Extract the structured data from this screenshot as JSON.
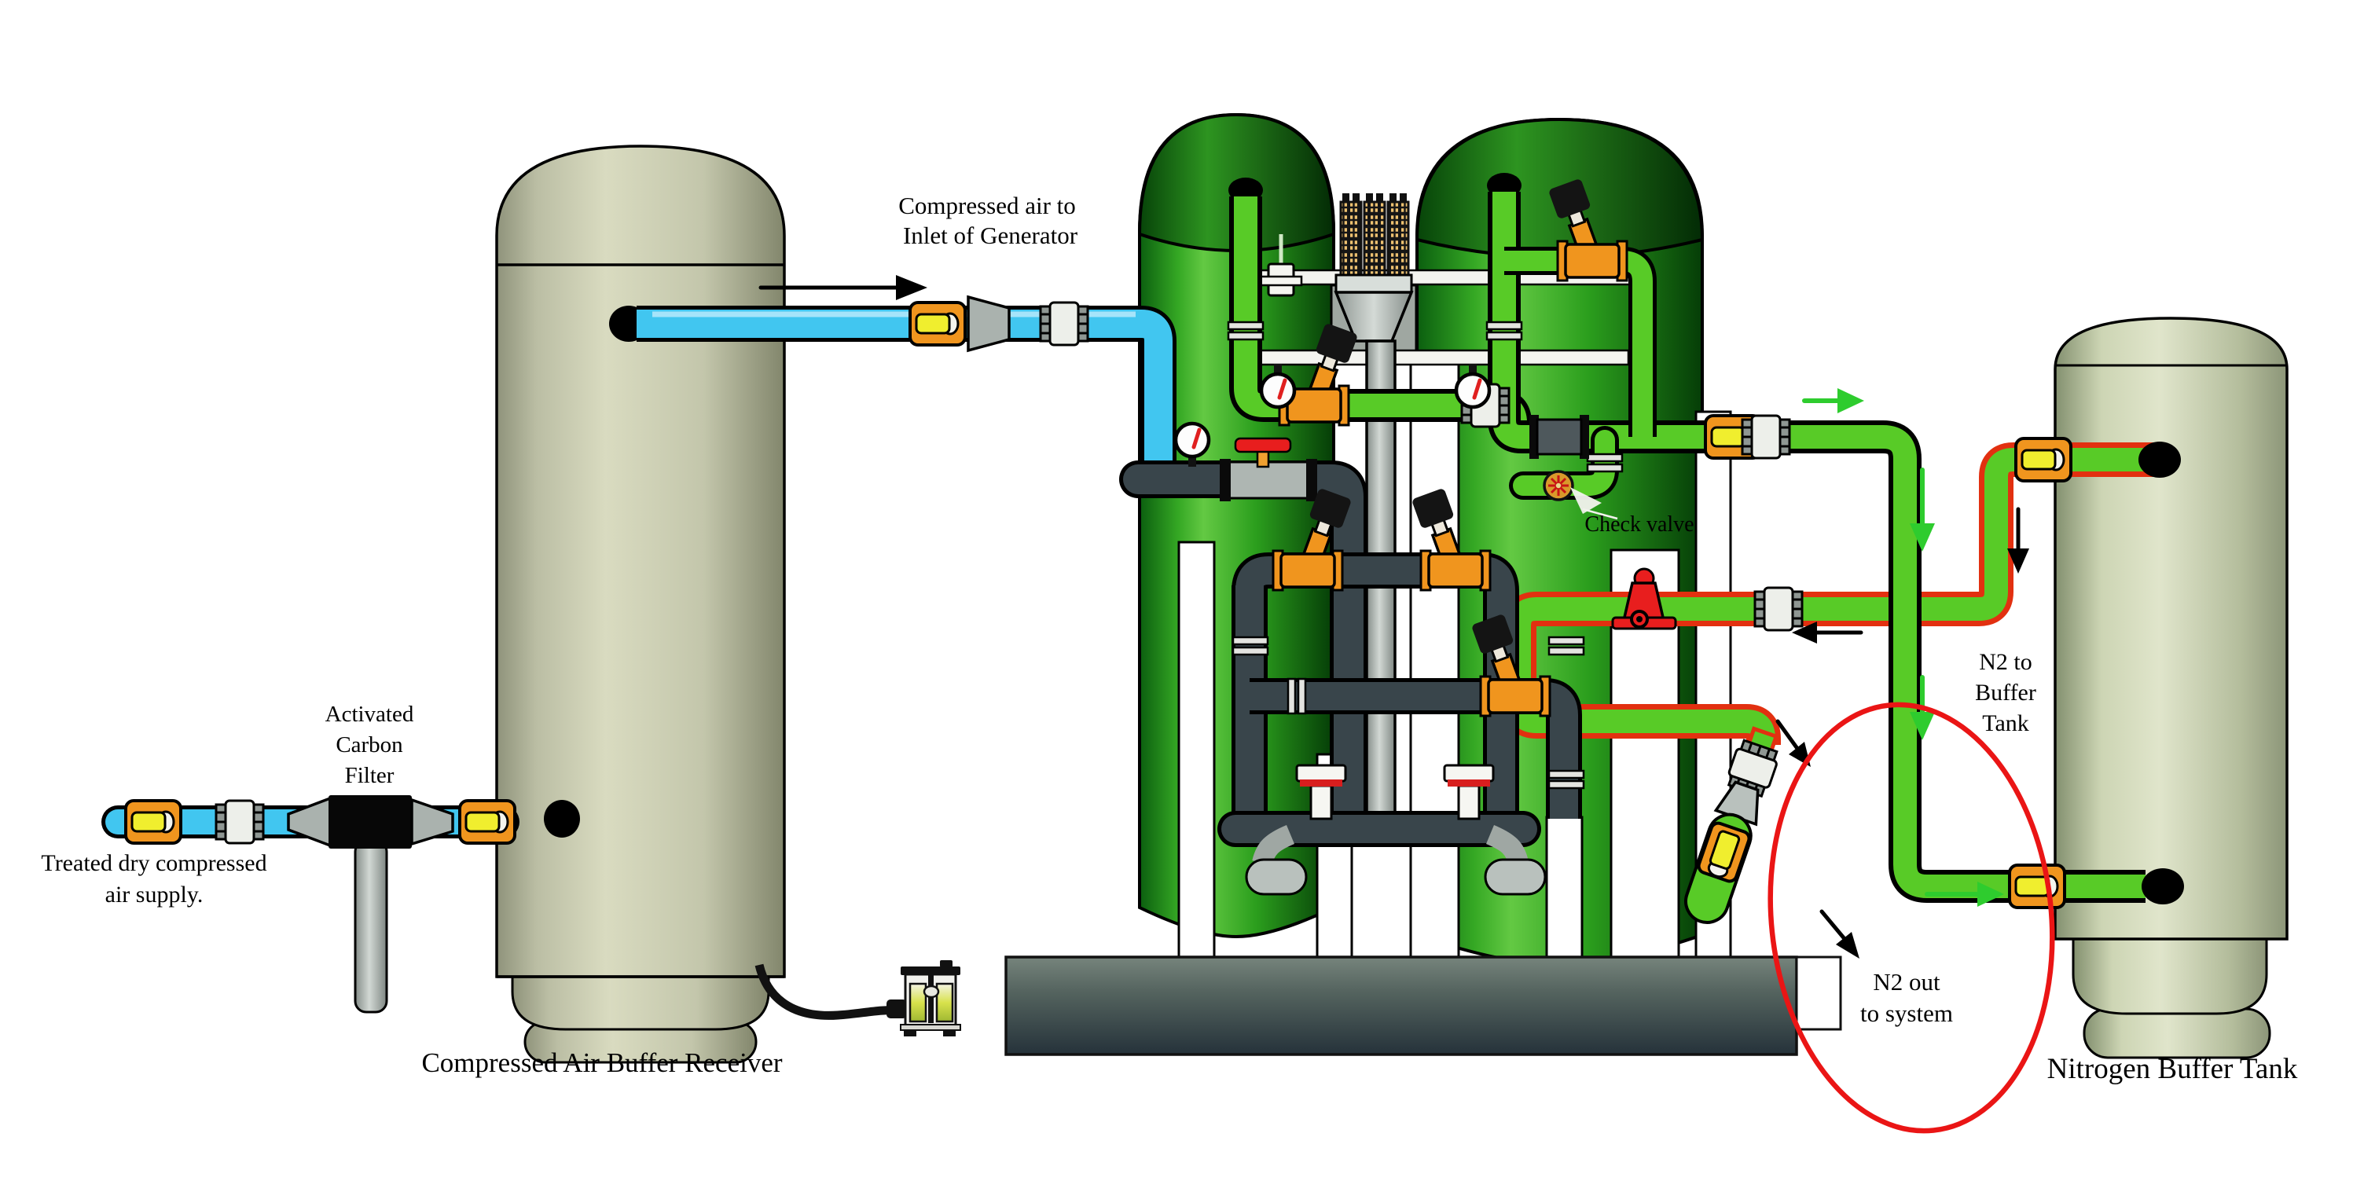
{
  "type": "diagram",
  "title": "Nitrogen generator system piping diagram",
  "labels": {
    "inlet_note_line1": "Compressed air to",
    "inlet_note_line2": "Inlet of Generator",
    "carbon_filter_line1": "Activated",
    "carbon_filter_line2": "Carbon",
    "carbon_filter_line3": "Filter",
    "supply_note_line1": "Treated dry compressed",
    "supply_note_line2": "air supply.",
    "receiver_caption": "Compressed Air Buffer Receiver",
    "check_valve": "Check valve",
    "n2_to_buffer_line1": "N2 to",
    "n2_to_buffer_line2": "Buffer",
    "n2_to_buffer_line3": "Tank",
    "n2_out_line1": "N2 out",
    "n2_out_line2": "to system",
    "nitrogen_tank_caption": "Nitrogen Buffer Tank"
  },
  "colors": {
    "air_pipe_blue": "#41C6F0",
    "n2_pipe_green": "#58CB27",
    "n2_out_outline_red": "#E23010",
    "dark_pipe": "#39454B",
    "valve_orange": "#F0951E",
    "handle_yellow": "#F0EE2E",
    "tower_green": "#2FA51F",
    "tank_beige": "#C9CCB2",
    "highlight_ellipse_red": "#EA1515",
    "flow_arrow_green": "#2ECC2E",
    "regulator_red": "#E81E1E"
  },
  "components": [
    "compressed-air-buffer-receiver",
    "activated-carbon-filter",
    "air-inlet-supply-line",
    "generator-tower-left",
    "generator-tower-right",
    "exhaust-muffler-blocks",
    "center-manifold-funnel",
    "pressure-gauges",
    "y-valves",
    "check-valve",
    "pressure-regulator",
    "condensate-drain-unit",
    "nitrogen-buffer-tank",
    "n2-outlet-nozzle",
    "base-skid"
  ]
}
